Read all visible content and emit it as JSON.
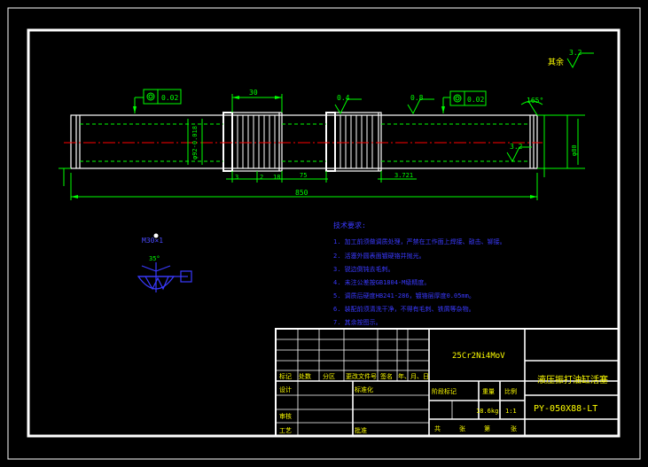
{
  "drawing": {
    "dimensions": {
      "top_width": "30",
      "left_roughness": "0.02",
      "right_roughness": "0.02",
      "roughness_04": "0.4",
      "roughness_08": "0.8",
      "chamfer_angle": "165°",
      "left_diameter": "φ92-0.018",
      "right_diameter": "φ80",
      "d_3": "3",
      "d_2": "2",
      "d_18": "18",
      "d_75": "75",
      "d_3721": "3.721",
      "overall_length": "850",
      "roughness_32": "3.2",
      "corner_roughness": "3.2",
      "corner_label": "其余"
    },
    "section_label": "M30×1",
    "section_angle": "35°",
    "notes": {
      "title": "技术要求:",
      "lines": [
        "1. 加工前须做调质处理，严禁在工作面上焊接、敲击、铆接。",
        "2. 活塞外圆表面镀硬铬并抛光。",
        "3. 锐边倒钝去毛刺。",
        "4. 未注公差按GB1804-M级精度。",
        "5. 调质后硬度HB241-286，镀铬层厚度0.05mm。",
        "6. 装配前须清洗干净，不得有毛刺、铁屑等杂物。",
        "7. 其余按图示。"
      ]
    },
    "title_block": {
      "material": "25Cr2Ni4MoV",
      "part_name": "液压振打油缸活塞",
      "part_number": "PY-050X88-LT",
      "labels_row": [
        "标记",
        "处数",
        "分区",
        "更改文件号",
        "签名",
        "年、月、日"
      ],
      "design": "设计",
      "standardization": "标准化",
      "review": "审核",
      "process": "工艺",
      "approve": "批准",
      "stage_mark": "阶段标记",
      "weight": "重量",
      "scale": "比例",
      "weight_value": "18.6kg",
      "scale_value": "1:1",
      "sheets_row": [
        "共",
        "张",
        "第",
        "张"
      ]
    }
  },
  "colors": {
    "background": "#000000",
    "frame": "#ffffff",
    "dimension": "#00ff00",
    "text_yellow": "#ffff00",
    "center_line": "#ff0000",
    "notes": "#3a3aff",
    "title_text": "#00ffff"
  }
}
